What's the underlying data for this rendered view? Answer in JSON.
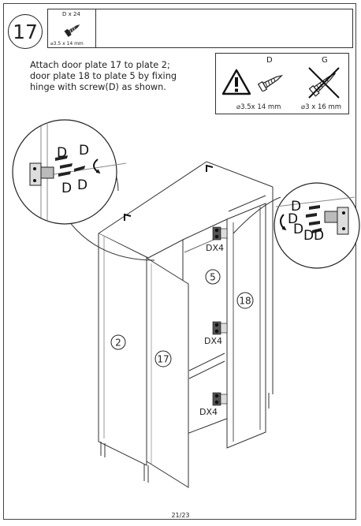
{
  "step": {
    "number": "17"
  },
  "hardware": {
    "quantity": "D x 24",
    "spec": "3.5 x 14 mm"
  },
  "instruction": {
    "line1": "Attach door plate 17 to plate 2;",
    "line2": "door plate 18 to plate 5 by fixing",
    "line3": "hinge with screw(D) as shown."
  },
  "warning": {
    "use_label": "D",
    "avoid_label": "G",
    "use_spec": "3.5x 14 mm",
    "avoid_spec": "3 x 16 mm"
  },
  "callouts": {
    "left_screws": [
      "D",
      "D",
      "D",
      "D"
    ],
    "right_screws": [
      "D",
      "D",
      "D",
      "D",
      "D"
    ],
    "dx_labels": [
      "DX4",
      "DX4",
      "DX4"
    ],
    "panels": {
      "side": "2",
      "left_door": "17",
      "inner": "5",
      "right_door": "18"
    }
  },
  "footer": {
    "page": "21/23"
  }
}
